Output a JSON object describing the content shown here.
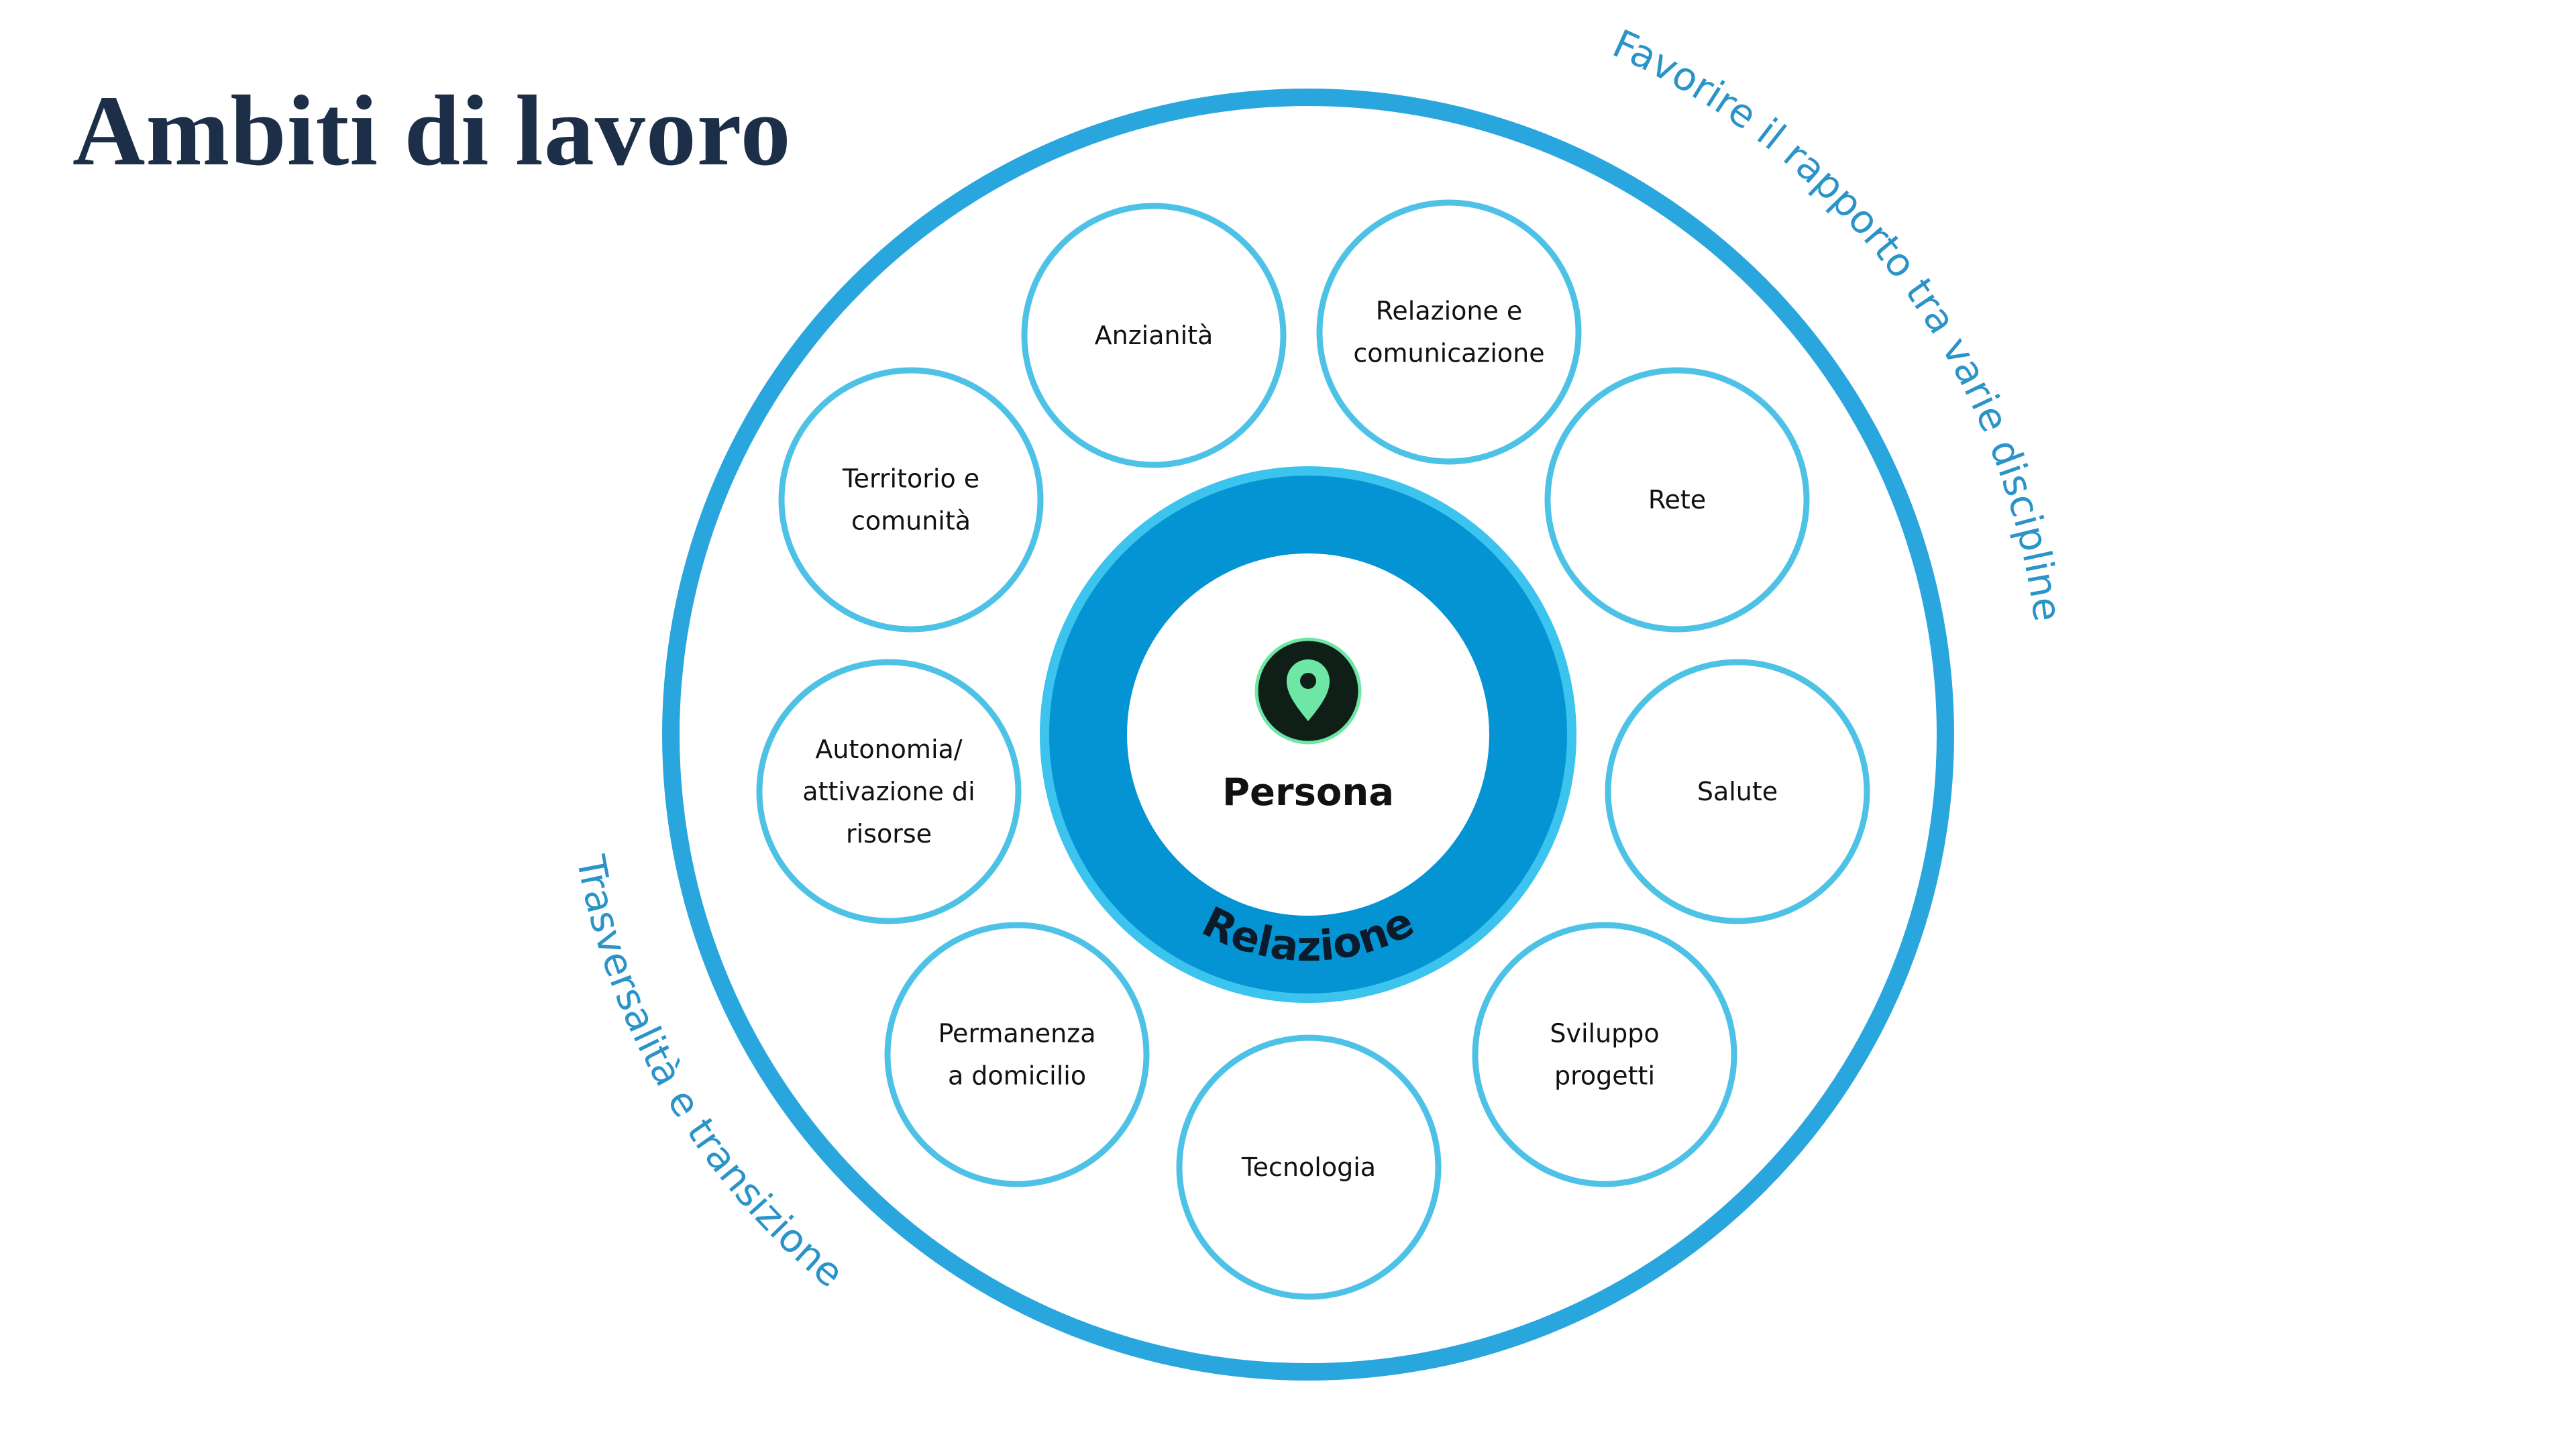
{
  "title": "Ambiti di lavoro",
  "outer_labels": {
    "top_right": "Favorire il rapporto tra varie discipline",
    "bottom_left": "Trasversalità e transizione"
  },
  "center": {
    "ring_label": "Relazione",
    "core_label": "Persona",
    "icon": "location-pin-icon"
  },
  "nodes": [
    {
      "id": "anzianita",
      "lines": [
        "Anzianità"
      ]
    },
    {
      "id": "relazione-comunicazione",
      "lines": [
        "Relazione e",
        "comunicazione"
      ]
    },
    {
      "id": "rete",
      "lines": [
        "Rete"
      ]
    },
    {
      "id": "salute",
      "lines": [
        "Salute"
      ]
    },
    {
      "id": "sviluppo-progetti",
      "lines": [
        "Sviluppo",
        "progetti"
      ]
    },
    {
      "id": "tecnologia",
      "lines": [
        "Tecnologia"
      ]
    },
    {
      "id": "permanenza-domicilio",
      "lines": [
        "Permanenza",
        "a domicilio"
      ]
    },
    {
      "id": "autonomia",
      "lines": [
        "Autonomia/",
        "attivazione di",
        "risorse"
      ]
    },
    {
      "id": "territorio-comunita",
      "lines": [
        "Territorio e",
        "comunità"
      ]
    }
  ],
  "colors": {
    "title": "#1c2e48",
    "outer_ring": "#2aa6df",
    "node_border": "#4ec2e6",
    "relazione_ring": "#0594d3",
    "relazione_ring_edge": "#3cc4ee",
    "ring_label_text": "#2a94c8",
    "icon_bg": "#0f1f17",
    "icon_accent": "#6ee7a6"
  }
}
